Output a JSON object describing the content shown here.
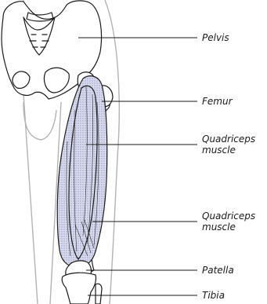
{
  "labels": {
    "pelvis": "Pelvis",
    "femur": "Femur",
    "quadriceps_upper": "Quadriceps\nmuscle",
    "quadriceps_lower": "Quadriceps\nmuscle",
    "patella": "Patella",
    "tibia": "Tibia"
  },
  "colors": {
    "muscle_fill": "#d9dcf0",
    "muscle_dots": "#3a3a6a",
    "skin_outline": "#b3b3b3",
    "bone_outline": "#1a1a1a"
  }
}
